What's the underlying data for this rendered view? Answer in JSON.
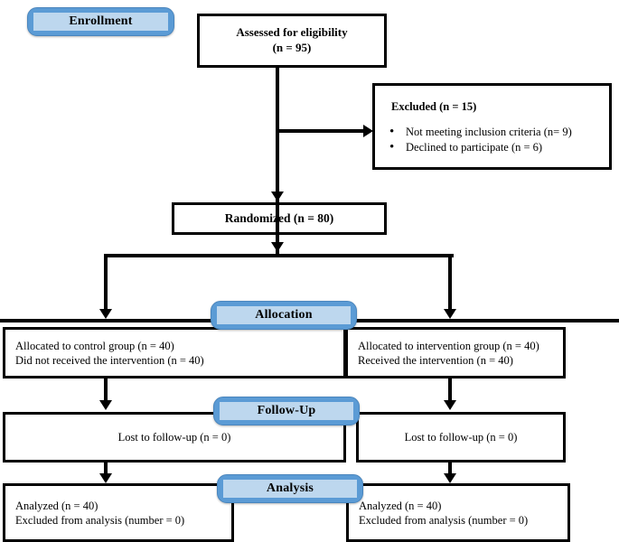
{
  "diagram": {
    "title": "CONSORT participant flow diagram",
    "colors": {
      "badge_outer": "#5B9BD5",
      "badge_inner": "#BDD7EE",
      "box_border": "#000000",
      "background": "#FFFFFF",
      "text": "#000000"
    }
  },
  "stages": {
    "enrollment": "Enrollment",
    "allocation": "Allocation",
    "followup": "Follow-Up",
    "analysis": "Analysis"
  },
  "nodes": {
    "assessed": {
      "line1": "Assessed for eligibility",
      "line2": "(n = 95)"
    },
    "excluded": {
      "title": "Excluded (n = 15)",
      "items": [
        "Not meeting inclusion criteria (n= 9)",
        "Declined to participate (n = 6)"
      ]
    },
    "randomized": {
      "line1": "Randomized (n = 80)"
    },
    "alloc_control": {
      "line1": "Allocated to control group (n = 40)",
      "line2": "Did not received the intervention (n = 40)"
    },
    "alloc_intervention": {
      "line1": "Allocated to intervention group (n = 40)",
      "line2": "Received the intervention (n = 40)"
    },
    "followup_control": {
      "line1": "Lost to follow-up  (n = 0)"
    },
    "followup_intervention": {
      "line1": "Lost to follow-up  (n = 0)"
    },
    "analysis_control": {
      "line1": "Analyzed (n = 40)",
      "line2": "Excluded from analysis (number = 0)"
    },
    "analysis_intervention": {
      "line1": "Analyzed (n = 40)",
      "line2": "Excluded from analysis (number = 0)"
    }
  }
}
